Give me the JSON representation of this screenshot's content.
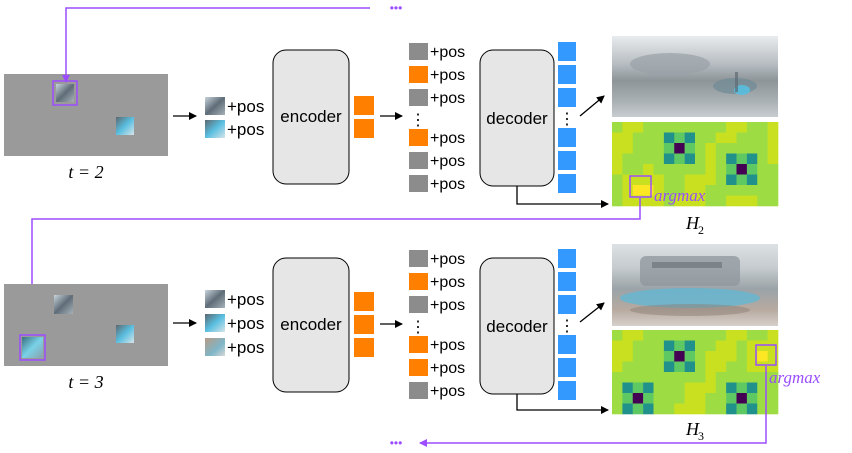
{
  "top": {
    "time_label": "t = 2",
    "heatmap_label": "H",
    "heatmap_sub": "2",
    "ellipsis": "•••",
    "input_tokens": [
      "+pos",
      "+pos"
    ],
    "encoder_label": "encoder",
    "decoder_label": "decoder",
    "decoder_tokens": [
      "+pos",
      "+pos",
      "+pos",
      "+pos",
      "+pos",
      "+pos"
    ],
    "vdots": "⋮",
    "argmax_label": "argmax"
  },
  "bottom": {
    "time_label": "t = 3",
    "heatmap_label": "H",
    "heatmap_sub": "3",
    "ellipsis": "•••",
    "input_tokens": [
      "+pos",
      "+pos",
      "+pos"
    ],
    "encoder_label": "encoder",
    "decoder_label": "decoder",
    "decoder_tokens": [
      "+pos",
      "+pos",
      "+pos",
      "+pos",
      "+pos",
      "+pos"
    ],
    "vdots": "⋮",
    "argmax_label": "argmax"
  },
  "colors": {
    "accent_purple": "#9b4dff",
    "token_orange": "#ff8000",
    "token_gray": "#8c8c8c",
    "token_blue": "#3399ff",
    "frame_gray": "#999999",
    "box_fill": "#e6e6e6"
  }
}
